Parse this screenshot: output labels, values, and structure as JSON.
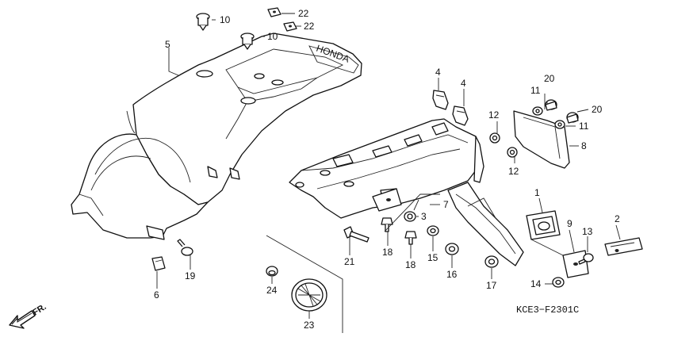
{
  "diagram_code": "KCE3−F2301C",
  "direction_label": "FR.",
  "callouts": {
    "c1": "1",
    "c2": "2",
    "c3": "3",
    "c4a": "4",
    "c4b": "4",
    "c5": "5",
    "c6": "6",
    "c7": "7",
    "c8": "8",
    "c9": "9",
    "c10a": "10",
    "c10b": "10",
    "c11a": "11",
    "c11b": "11",
    "c12a": "12",
    "c12b": "12",
    "c13": "13",
    "c14": "14",
    "c15": "15",
    "c16": "16",
    "c17": "17",
    "c18a": "18",
    "c18b": "18",
    "c19": "19",
    "c20a": "20",
    "c20b": "20",
    "c21": "21",
    "c22a": "22",
    "c22b": "22",
    "c23": "23",
    "c24": "24"
  },
  "fender_logo": "HONDA"
}
